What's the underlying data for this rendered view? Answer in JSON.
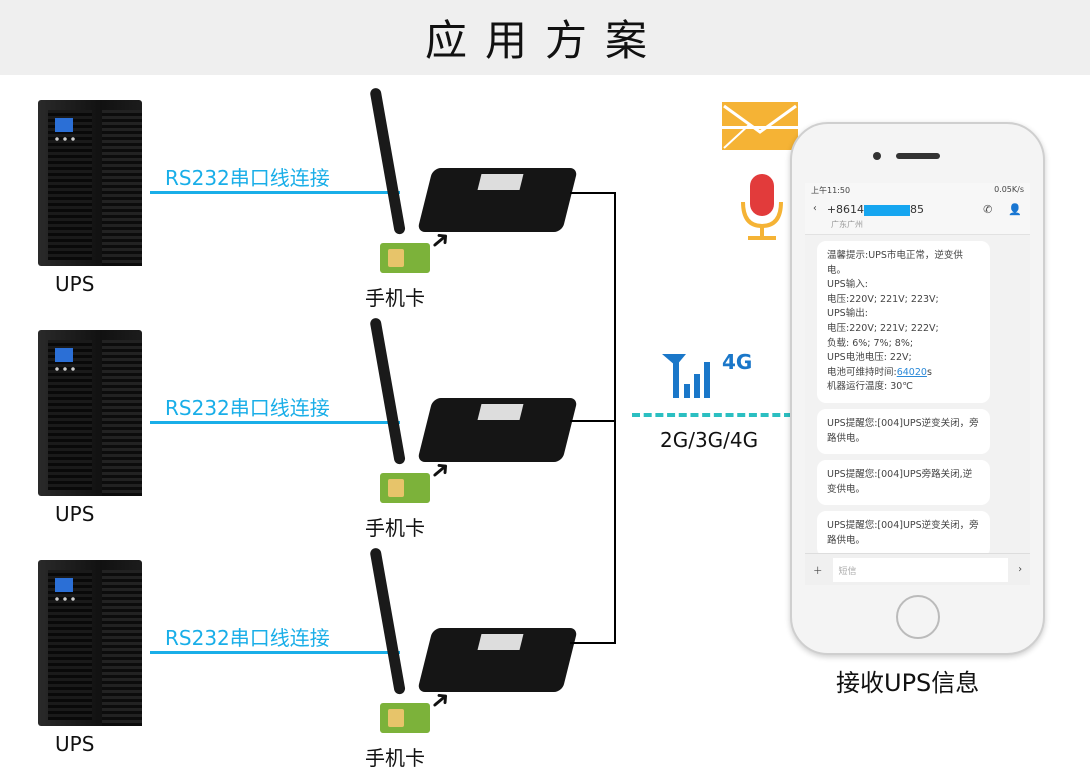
{
  "title": "应用方案",
  "rows": [
    {
      "ups_label": "UPS",
      "cable_label": "RS232串口线连接",
      "sim_label": "手机卡"
    },
    {
      "ups_label": "UPS",
      "cable_label": "RS232串口线连接",
      "sim_label": "手机卡"
    },
    {
      "ups_label": "UPS",
      "cable_label": "RS232串口线连接",
      "sim_label": "手机卡"
    }
  ],
  "network": {
    "badge": "4G",
    "label": "2G/3G/4G"
  },
  "phone": {
    "status_time": "上午11:50",
    "status_speed": "0.05K/s",
    "number_prefix": "+8614",
    "number_suffix": "85",
    "location": "广东广州",
    "messages": [
      "温馨提示:UPS市电正常，逆变供电。\nUPS输入:\n电压:220V; 221V; 223V;\nUPS输出:\n电压:220V; 221V; 222V;\n负载: 6%;  7%;  8%;\nUPS电池电压: 22V;",
      "UPS提醒您:[004]UPS逆变关闭，旁路供电。",
      "UPS提醒您:[004]UPS旁路关闭,逆变供电。",
      "UPS提醒您:[004]UPS逆变关闭，旁路供电。"
    ],
    "msg1_runtime_label": "电池可维持时间:",
    "msg1_runtime_value": "64020",
    "msg1_runtime_unit": "s",
    "msg1_temp": "机器运行温度: 30℃",
    "input_placeholder": "短信"
  },
  "receive_label": "接收UPS信息",
  "colors": {
    "cable": "#19aee8",
    "dashed_link": "#2bbfc1",
    "signal": "#1a77c9"
  }
}
